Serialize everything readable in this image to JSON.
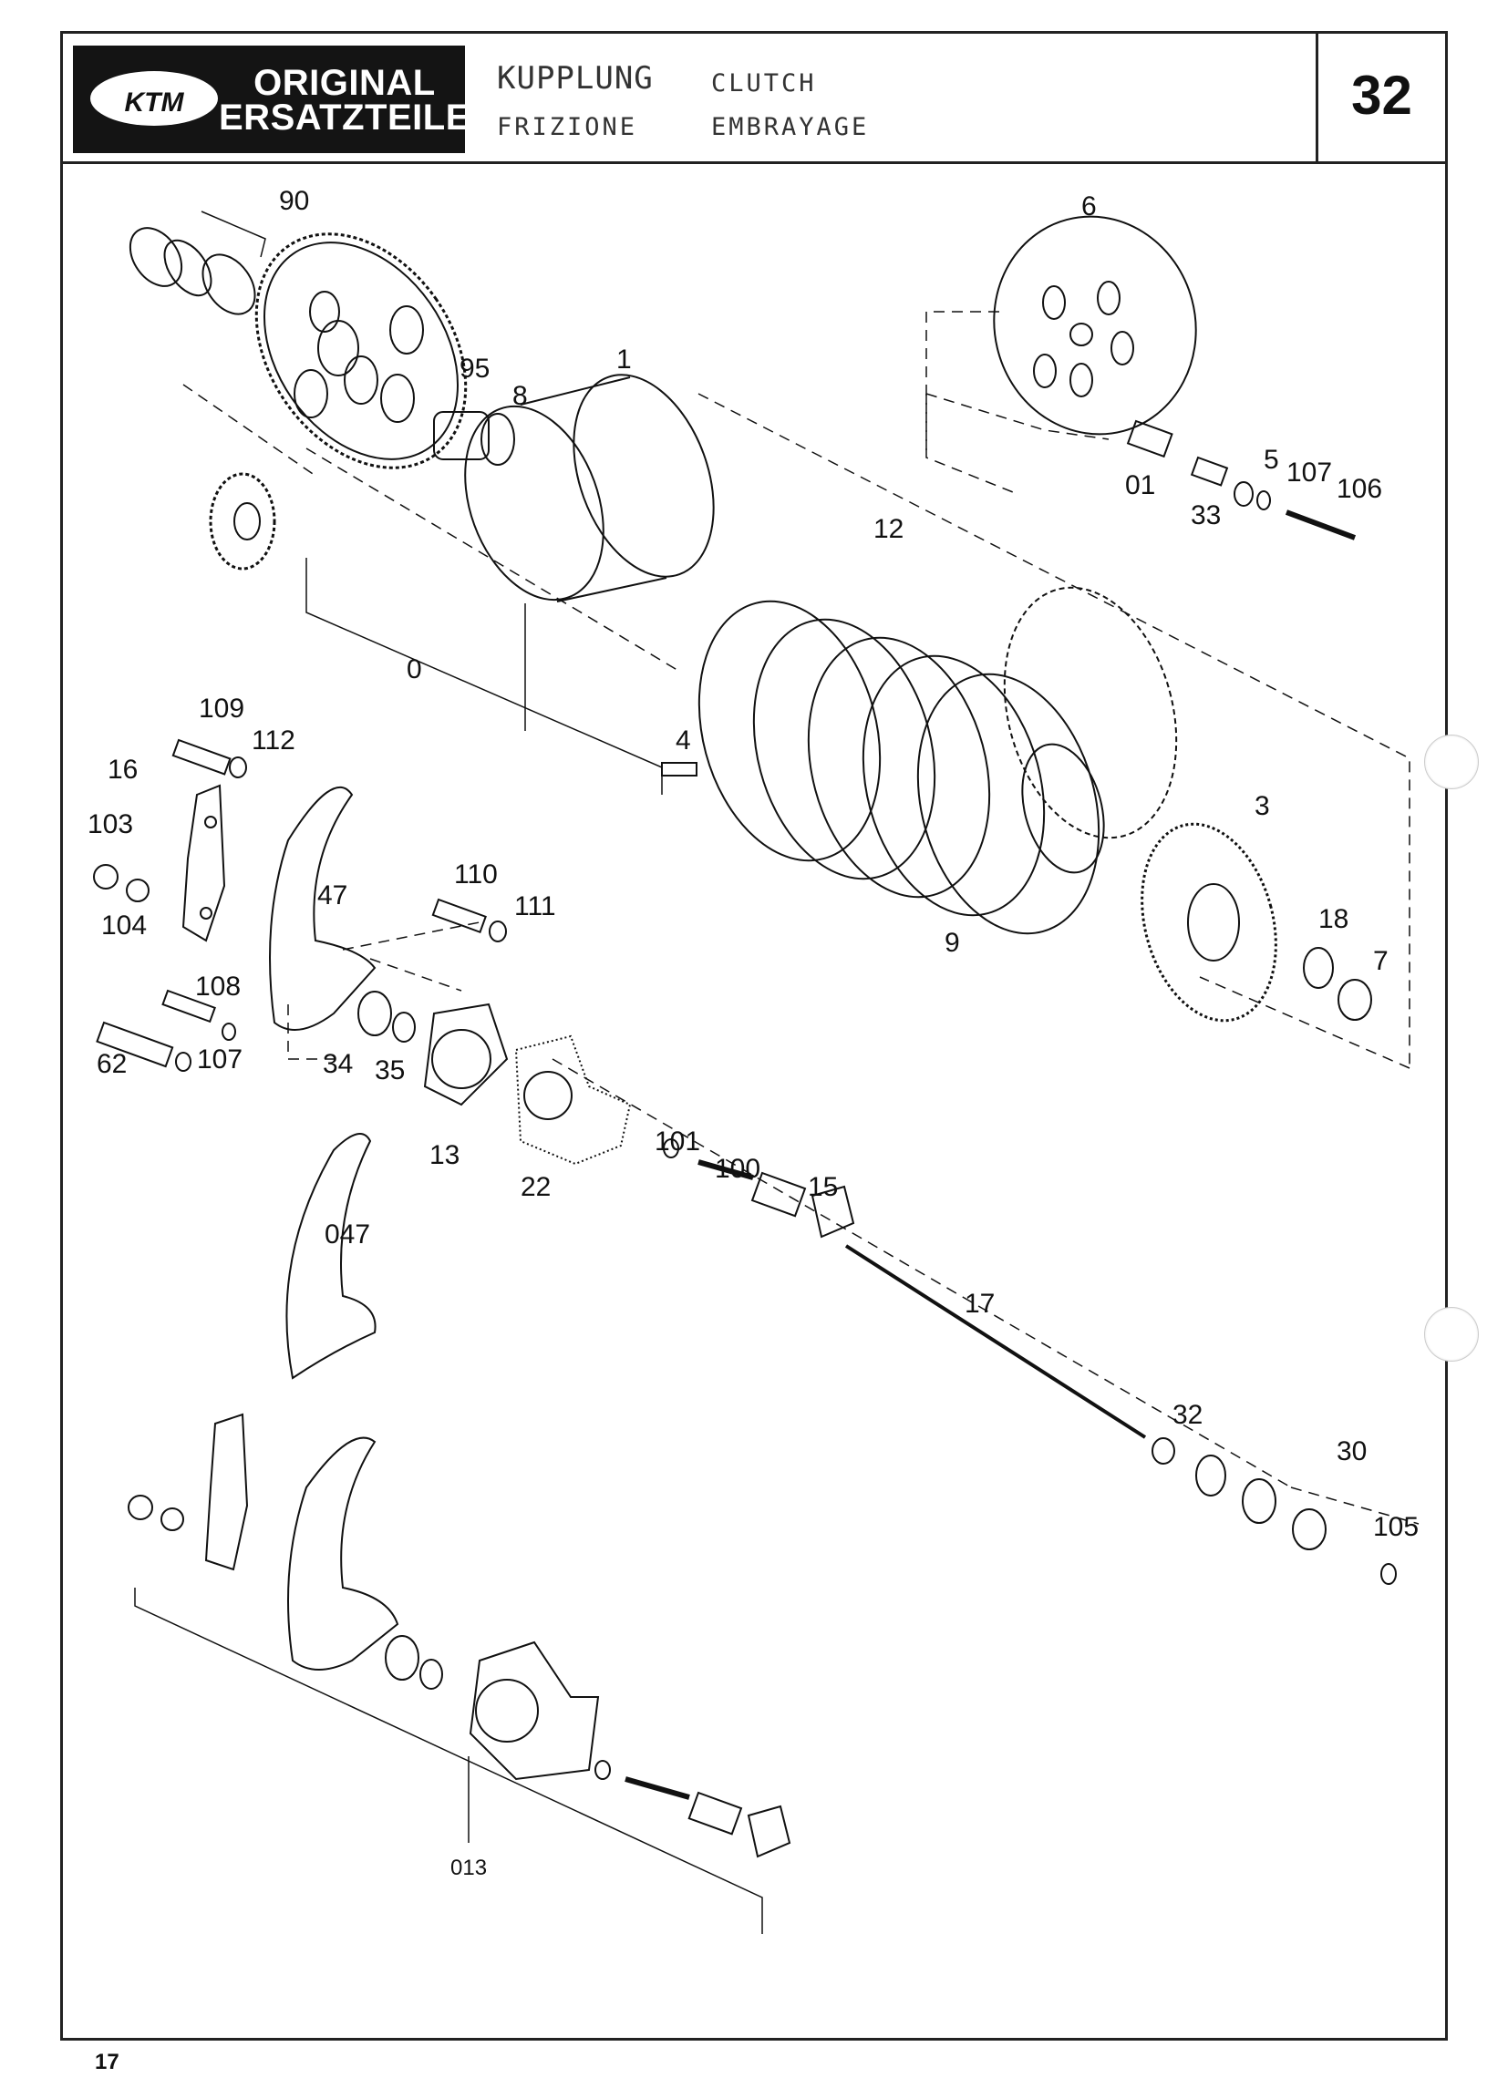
{
  "header": {
    "logo_text": "KTM",
    "brand_line1": "ORIGINAL",
    "brand_line2": "ERSATZTEILE",
    "title_de": "KUPPLUNG",
    "title_en": "CLUTCH",
    "title_it": "FRIZIONE",
    "title_fr": "EMBRAYAGE",
    "page_number": "32"
  },
  "callouts": [
    "90",
    "6",
    "95",
    "8",
    "1",
    "5",
    "107",
    "106",
    "01",
    "33",
    "12",
    "0",
    "4",
    "109",
    "112",
    "16",
    "103",
    "110",
    "111",
    "104",
    "47",
    "3",
    "18",
    "7",
    "9",
    "108",
    "34",
    "35",
    "62",
    "107",
    "13",
    "22",
    "101",
    "100",
    "15",
    "047",
    "17",
    "32",
    "30",
    "105",
    "013"
  ],
  "footer": {
    "page_number": "17"
  }
}
